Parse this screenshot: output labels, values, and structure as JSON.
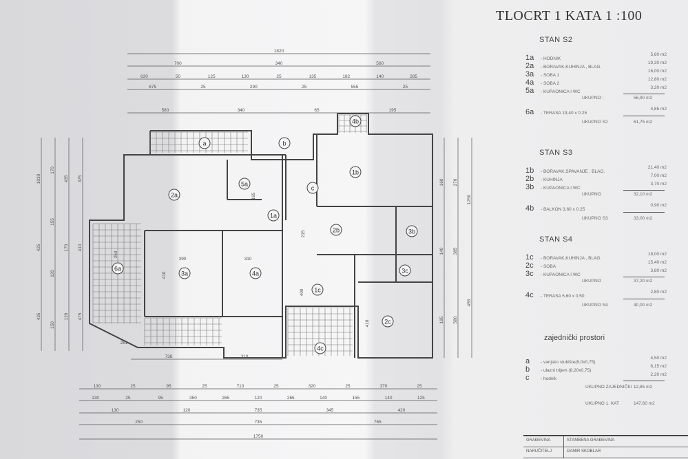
{
  "title": "TLOCRT 1 KATA 1 :100",
  "stan_s2": {
    "heading": "STAN S2",
    "rooms": [
      {
        "code": "1a",
        "desc": "- HODNIK",
        "area": "5,60 m2"
      },
      {
        "code": "2a",
        "desc": "- BORAVAK,KUHINJA , BLAG.",
        "area": "19,30 m2"
      },
      {
        "code": "3a",
        "desc": "- SOBA 1",
        "area": "16,00 m2"
      },
      {
        "code": "4a",
        "desc": "- SOBA 2",
        "area": "12,80 m2"
      },
      {
        "code": "5a",
        "desc": "- KUPAONICA I WC",
        "area": "3,20 m2"
      }
    ],
    "subtotal_label": "UKUPNO :",
    "subtotal": "56,90 m2",
    "extra": {
      "code": "6a",
      "desc": "- TERASA   19,40 x 0.25",
      "area": "4,85 m2"
    },
    "total_label": "UKUPNO S2",
    "total": "61,75 m2"
  },
  "stan_s3": {
    "heading": "STAN S3",
    "rooms": [
      {
        "code": "1b",
        "desc": "- BORAVAK,SPAVANJE , BLAG.",
        "area": "21,40 m2"
      },
      {
        "code": "2b",
        "desc": "- KUHINJA",
        "area": "7,00 m2"
      },
      {
        "code": "3b",
        "desc": "- KUPAONICA I WC",
        "area": "3,70 m2"
      }
    ],
    "subtotal_label": "UKUPNO",
    "subtotal": "32,10 m2",
    "extra": {
      "code": "4b",
      "desc": "- BALKON   3,60 x 0.25",
      "area": "0,90 m2"
    },
    "total_label": "UKUPNO S3",
    "total": "33,00 m2"
  },
  "stan_s4": {
    "heading": "STAN S4",
    "rooms": [
      {
        "code": "1c",
        "desc": "- BORAVAK,KUHINJA , BLAG.",
        "area": "18,00 m2"
      },
      {
        "code": "2c",
        "desc": "- SOBA",
        "area": "15,40 m2"
      },
      {
        "code": "3c",
        "desc": "- KUPAONICA I WC",
        "area": "3,80 m2"
      }
    ],
    "subtotal_label": "UKUPNO",
    "subtotal": "37,20 m2",
    "extra": {
      "code": "4c",
      "desc": "- TERASA   5,60 x 0,50",
      "area": "2,80 m2"
    },
    "total_label": "UKUPNO S4",
    "total": "40,00 m2"
  },
  "common": {
    "heading": "zajednički prostori",
    "rooms": [
      {
        "code": "a",
        "desc": "- vanjsko stubište(6,0x0,75)",
        "area": "4,50 m2"
      },
      {
        "code": "b",
        "desc": "- ulazni trijem (8,20x0,75)",
        "area": "6,15 m2"
      },
      {
        "code": "c",
        "desc": "- hodnik",
        "area": "2,20 m2"
      }
    ],
    "total_label": "UKUPNO ZAJEDNIČKI",
    "total": "12,85 m2",
    "floor_total_label": "UKUPNO 1. KAT",
    "floor_total": "147,60 m2"
  },
  "title_block": [
    {
      "label": "GRAĐEVINA",
      "value": "STAMBENA GRAĐEVINA"
    },
    {
      "label": "NARUČITELJ",
      "value": "DAMIR SKOBLAR"
    }
  ],
  "plan_labels": [
    "2a",
    "5a",
    "1a",
    "3a",
    "4a",
    "6a",
    "a",
    "b",
    "1b",
    "2b",
    "3b",
    "c",
    "1c",
    "2c",
    "3c",
    "4c",
    "4b"
  ],
  "dims_top": [
    [
      "1820"
    ],
    [
      "700",
      "340",
      "560"
    ],
    [
      "630",
      "50",
      "125",
      "130",
      "25",
      "135",
      "182",
      "140",
      "285"
    ],
    [
      "675",
      "25",
      "290",
      "25",
      "555",
      "25"
    ],
    [
      "580",
      "340",
      "65",
      "195"
    ]
  ],
  "dims_bottom": [
    [
      "738",
      "310"
    ],
    [
      "130",
      "25",
      "95",
      "25",
      "710",
      "25",
      "320",
      "25",
      "370",
      "25"
    ],
    [
      "130",
      "25",
      "95",
      "350",
      "265",
      "120",
      "265",
      "140",
      "155",
      "140",
      "125"
    ],
    [
      "130",
      "120",
      "735",
      "345",
      "420"
    ],
    [
      "250",
      "735",
      "765"
    ],
    [
      "1750"
    ]
  ],
  "dims_left": [
    "1030",
    "425",
    "435",
    "170",
    "155",
    "120",
    "150",
    "435",
    "170",
    "120",
    "375",
    "410",
    "475"
  ],
  "dims_right": [
    "270",
    "385",
    "580",
    "1250",
    "455",
    "160",
    "140",
    "195"
  ],
  "inner_dims": [
    "390",
    "310",
    "410",
    "400",
    "410",
    "250",
    "281",
    "215",
    "165"
  ]
}
